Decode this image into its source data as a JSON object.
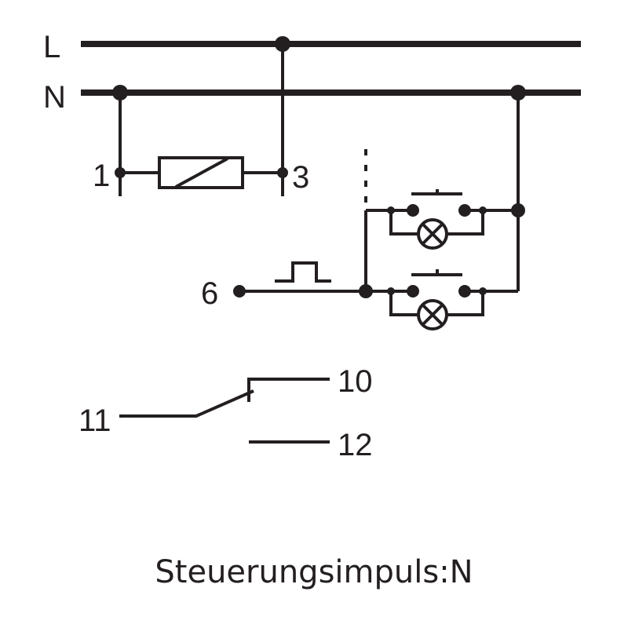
{
  "labels": {
    "L": "L",
    "N": "N",
    "t1": "1",
    "t3": "3",
    "t6": "6",
    "t10": "10",
    "t11": "11",
    "t12": "12"
  },
  "caption": "Steuerungsimpuls:N",
  "colors": {
    "ink": "#231f20"
  }
}
